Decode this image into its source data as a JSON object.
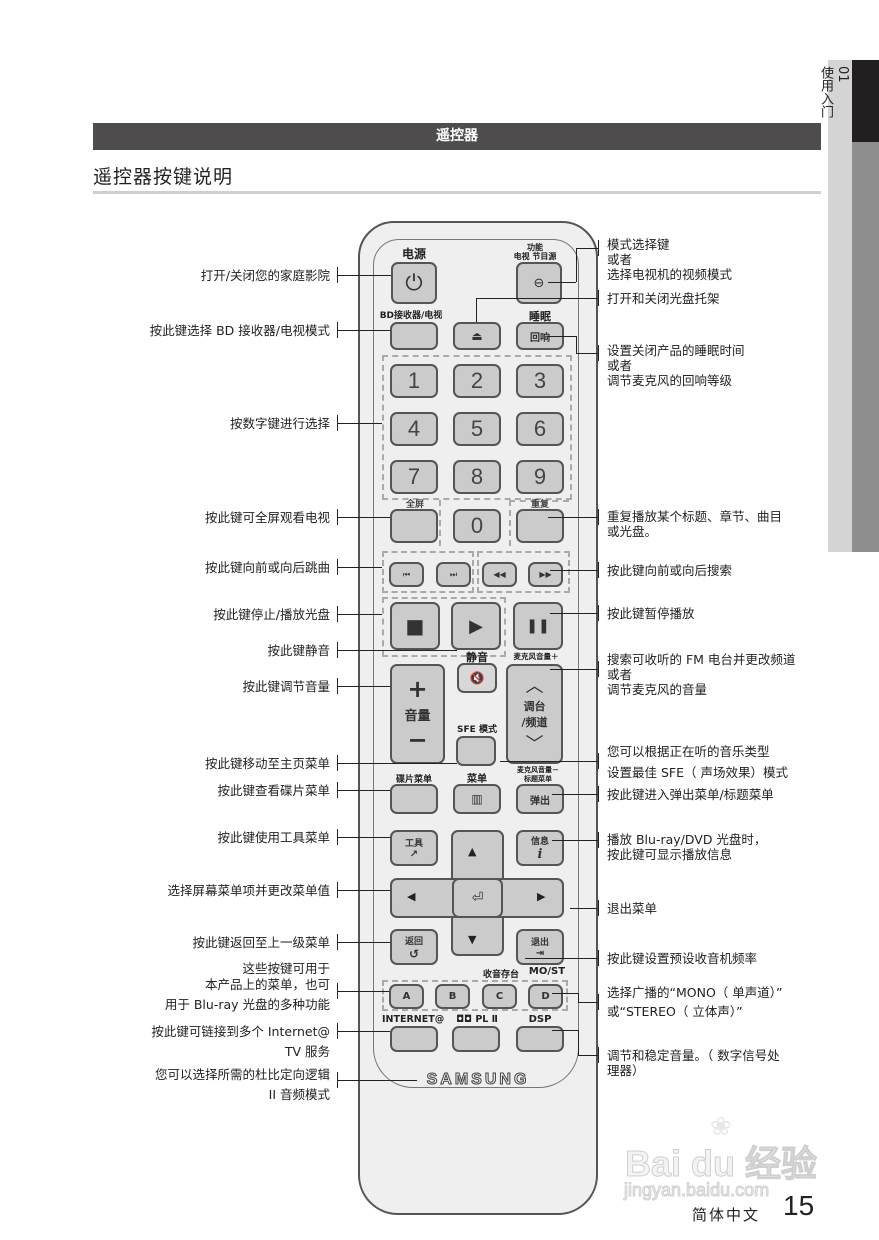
{
  "header": {
    "section_title": "遥控器",
    "page_title": "遥控器按键说明"
  },
  "side_tab": {
    "chapter_number": "01",
    "chapter_title": "使用入门"
  },
  "remote": {
    "brand": "SAMSUNG",
    "labels": {
      "power": "电源",
      "function_top": "功能",
      "function_bottom": "电视 节目源",
      "bd_receiver_tv": "BD接收器/电视",
      "sleep": "睡眠",
      "echo": "回响",
      "fullscreen": "全屏",
      "repeat": "重复",
      "mute": "静音",
      "mic_volume_plus": "麦克风音量＋",
      "volume": "音量",
      "tuning_channel_1": "调台",
      "tuning_channel_2": "/频道",
      "sfe_mode": "SFE 模式",
      "disc_menu": "碟片菜单",
      "menu": "菜单",
      "mic_volume_minus": "麦克风音量－",
      "title_menu": "标题菜单",
      "popup": "弹出",
      "tools": "工具",
      "info": "信息",
      "return": "返回",
      "exit": "退出",
      "tuner_memory": "收音存台",
      "mo_st": "MO/ST",
      "internet": "INTERNET@",
      "pl2": "◘◘ PL Ⅱ",
      "dsp": "DSP"
    },
    "number_keys": [
      "1",
      "2",
      "3",
      "4",
      "5",
      "6",
      "7",
      "8",
      "9",
      "0"
    ],
    "color_keys": [
      "A",
      "B",
      "C",
      "D"
    ],
    "icons": {
      "power": "⏻",
      "source": "⊖",
      "eject": "⏏",
      "skip_back": "⏮",
      "skip_forward": "⏭",
      "rewind": "◀◀",
      "fast_forward": "▶▶",
      "stop": "■",
      "play": "▶",
      "pause": "❚❚",
      "mute": "🔇",
      "plus": "+",
      "minus": "−",
      "up_chevron": "︿",
      "down_chevron": "﹀",
      "menu": "▥",
      "up": "▲",
      "down": "▼",
      "left": "◀",
      "right": "▶",
      "enter": "⏎",
      "tools": "↗",
      "info": "i",
      "return": "↺",
      "exit": "⇥"
    }
  },
  "annotations_left": [
    "打开/关闭您的家庭影院",
    "按此键选择 BD 接收器/电视模式",
    "按数字键进行选择",
    "按此键可全屏观看电视",
    "按此键向前或向后跳曲",
    "按此键停止/播放光盘",
    "按此键静音",
    "按此键调节音量",
    "按此键移动至主页菜单",
    "按此键查看碟片菜单",
    "按此键使用工具菜单",
    "选择屏幕菜单项并更改菜单值",
    "按此键返回至上一级菜单",
    [
      "这些按键可用于",
      "本产品上的菜单，也可",
      "用于 Blu-ray 光盘的多种功能"
    ],
    [
      "按此键可链接到多个 Internet@",
      "TV 服务"
    ],
    [
      "您可以选择所需的杜比定向逻辑",
      "II 音频模式"
    ]
  ],
  "annotations_right": [
    [
      "模式选择键",
      "或者",
      "选择电视机的视频模式"
    ],
    "打开和关闭光盘托架",
    [
      "设置关闭产品的睡眠时间",
      "或者",
      "调节麦克风的回响等级"
    ],
    [
      "重复播放某个标题、章节、曲目",
      "或光盘。"
    ],
    "按此键向前或向后搜索",
    "按此键暂停播放",
    [
      "搜索可收听的 FM 电台并更改频道",
      "或者",
      "调节麦克风的音量"
    ],
    [
      "您可以根据正在听的音乐类型",
      "设置最佳 SFE（ 声场效果）模式"
    ],
    "按此键进入弹出菜单/标题菜单",
    [
      "播放 Blu-ray/DVD 光盘时，",
      "按此键可显示播放信息"
    ],
    "退出菜单",
    "按此键设置预设收音机频率",
    [
      "选择广播的“MONO（ 单声道）”",
      "或“STEREO（ 立体声）”"
    ],
    [
      "调节和稳定音量。（ 数字信号处",
      "理器）"
    ]
  ],
  "watermark": {
    "brand": "Bai du 经验",
    "url": "jingyan.baidu.com"
  },
  "footer": {
    "language": "简体中文",
    "page_number": "15"
  }
}
